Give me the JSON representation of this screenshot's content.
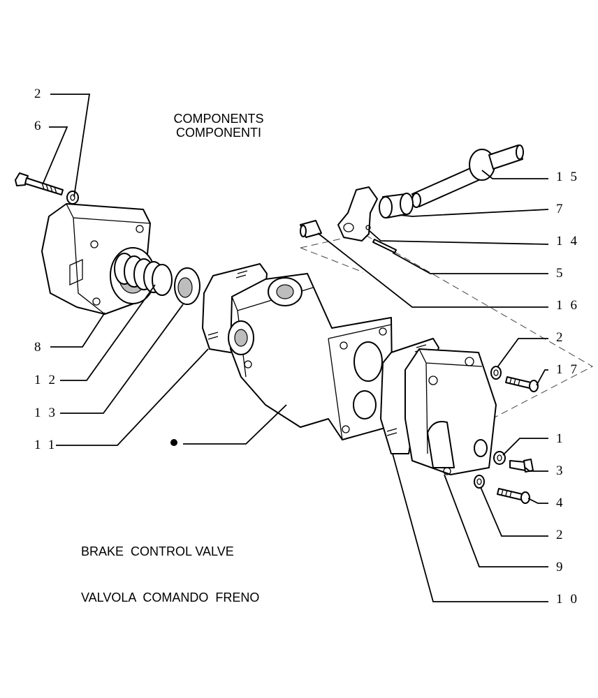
{
  "titles": {
    "components_en": "COMPONENTS",
    "components_it": "COMPONENTI",
    "caption_en": "BRAKE  CONTROL VALVE",
    "caption_it": "VALVOLA  COMANDO  FRENO"
  },
  "callouts": [
    "2",
    "6",
    "8",
    "12",
    "13",
    "11",
    "15",
    "7",
    "14",
    "5",
    "16",
    "2",
    "17",
    "1",
    "3",
    "4",
    "2",
    "9",
    "10"
  ]
}
